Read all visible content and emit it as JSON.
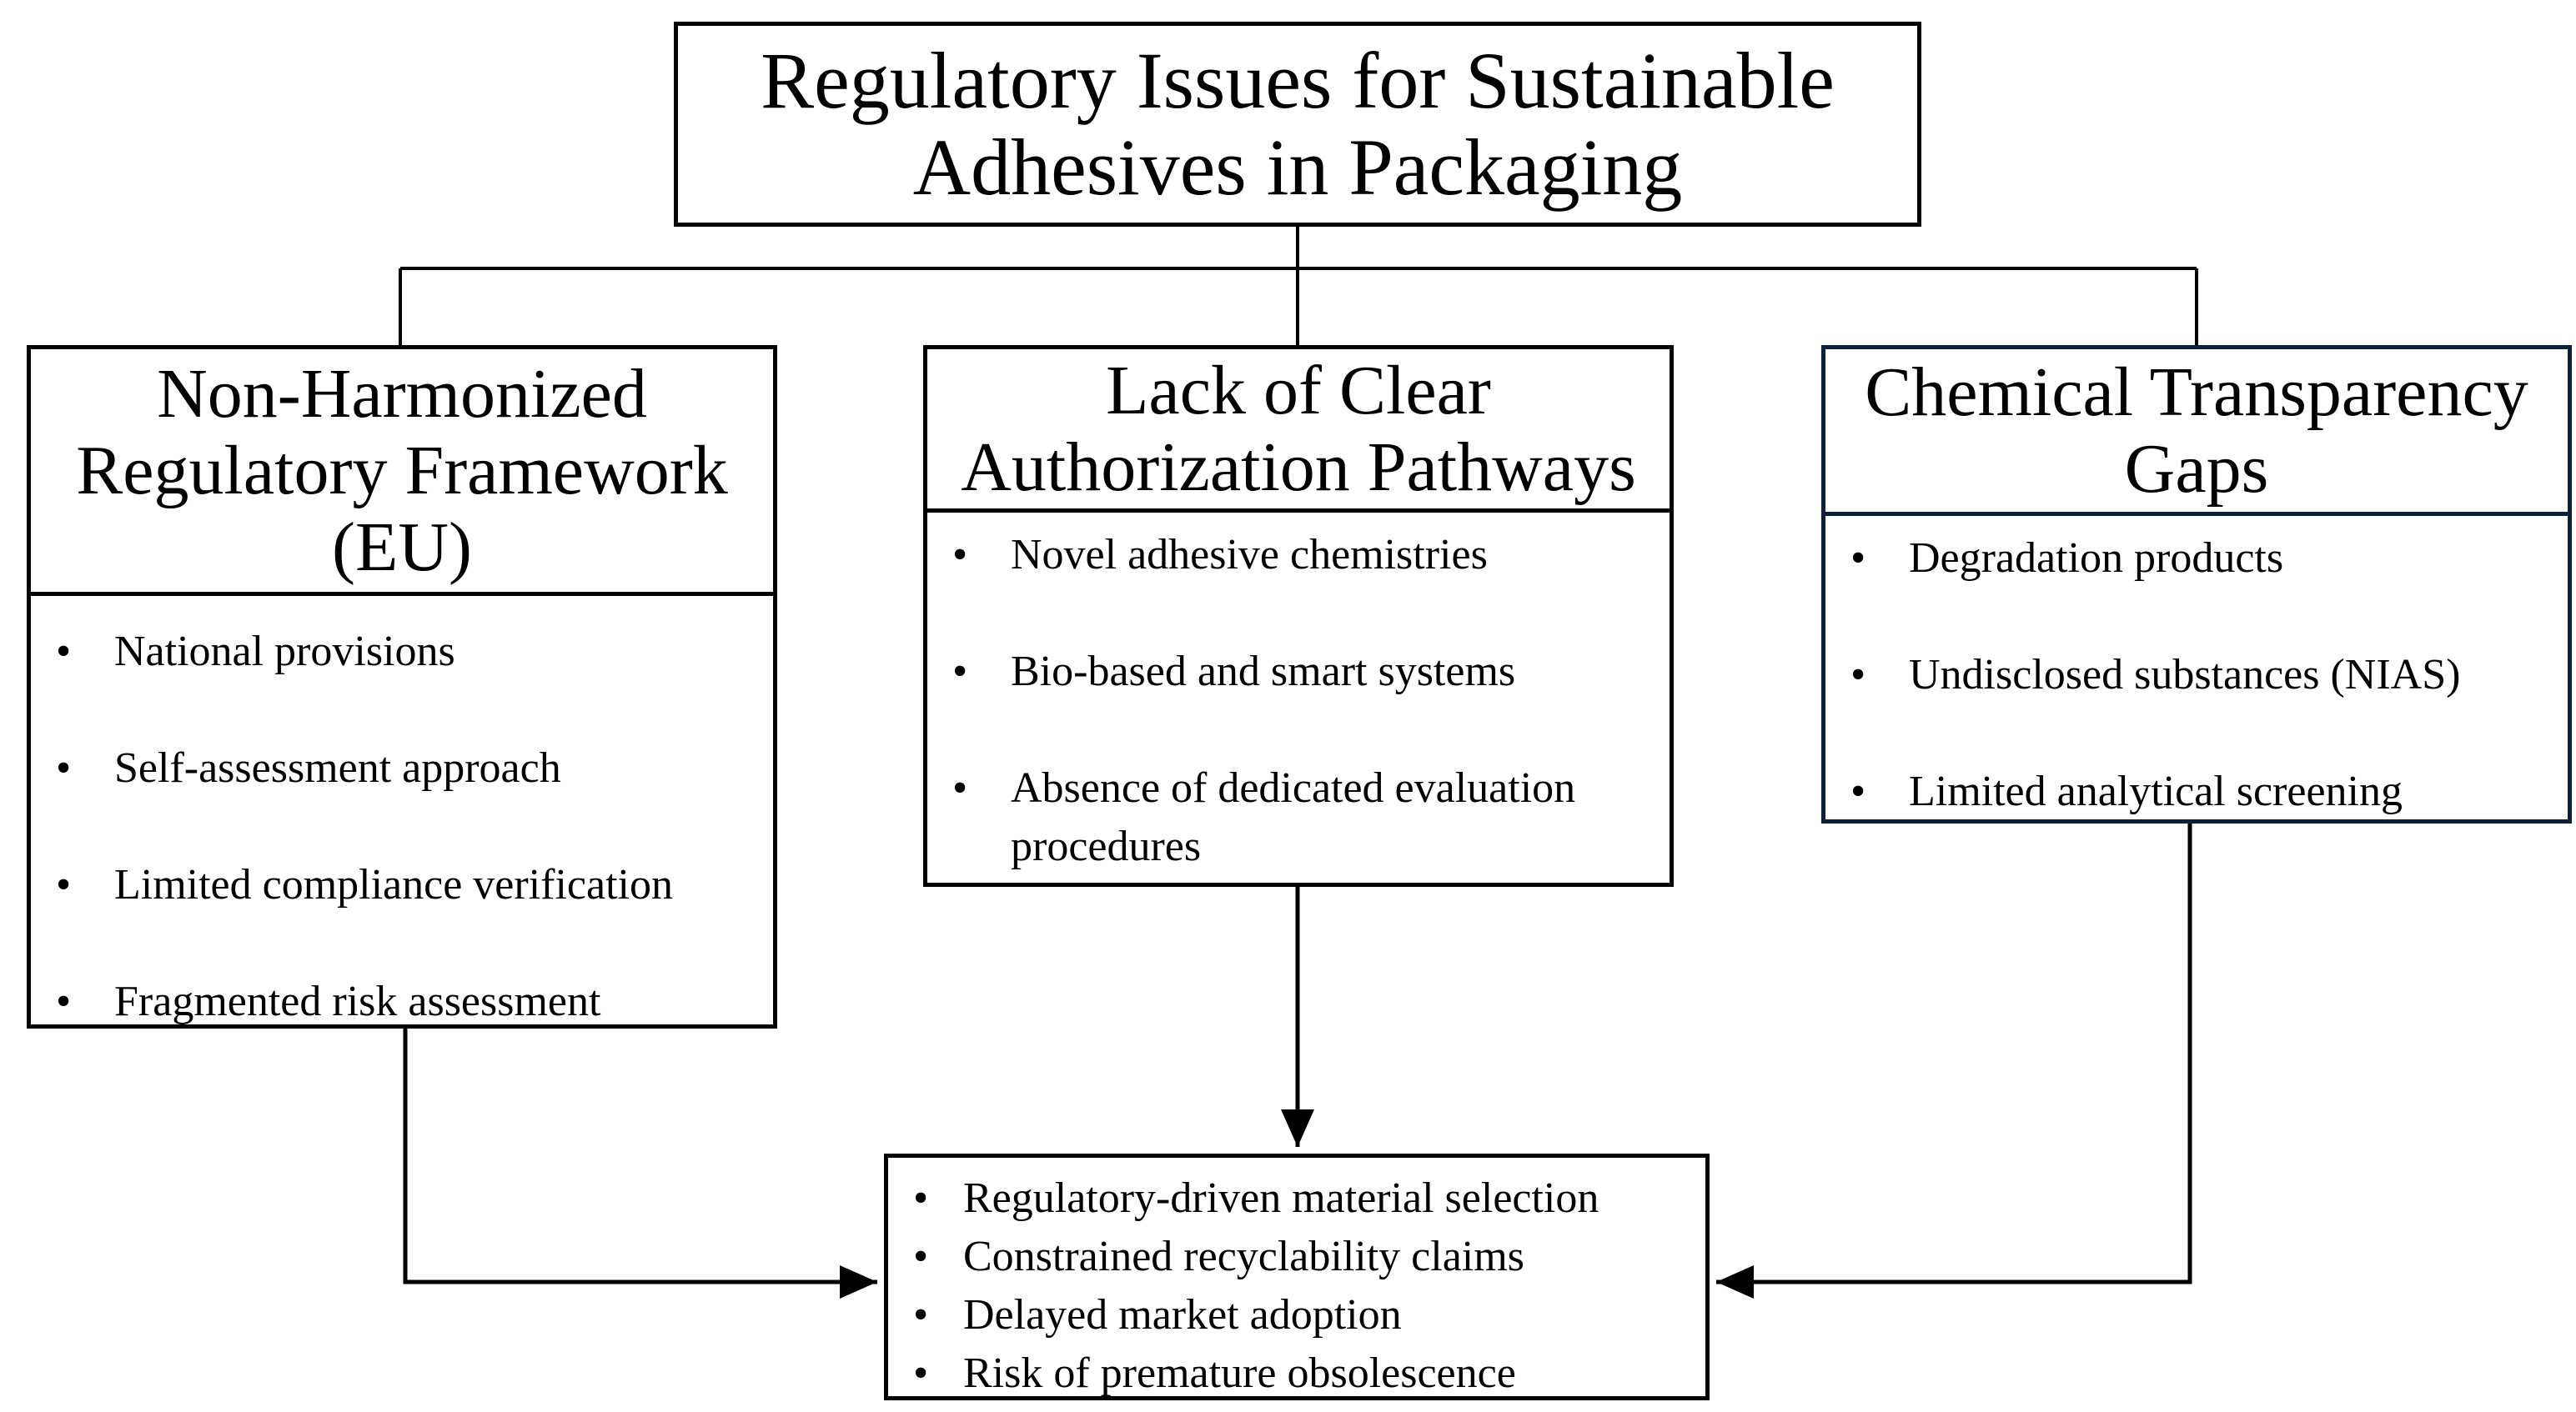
{
  "title": {
    "line1": "Regulatory Issues for Sustainable",
    "line2": "Adhesives in Packaging"
  },
  "bullet_glyph": "•",
  "columns": [
    {
      "heading_lines": [
        "Non-Harmonized",
        "Regulatory Framework",
        "(EU)"
      ],
      "items": [
        "National provisions",
        "Self-assessment approach",
        "Limited compliance verification",
        "Fragmented risk assessment"
      ]
    },
    {
      "heading_lines": [
        "Lack of Clear",
        "Authorization Pathways"
      ],
      "items": [
        "Novel adhesive chemistries",
        "Bio-based and smart systems",
        "Absence of dedicated evaluation procedures"
      ]
    },
    {
      "heading_lines": [
        "Chemical Transparency",
        "Gaps"
      ],
      "items": [
        "Degradation products",
        "Undisclosed substances (NIAS)",
        "Limited analytical screening"
      ]
    }
  ],
  "outcomes": [
    "Regulatory-driven material selection",
    "Constrained recyclability claims",
    "Delayed market adoption",
    "Risk of premature obsolescence"
  ],
  "colors": {
    "line": "#000000",
    "right_box_border": "#0e2137",
    "background": "#ffffff"
  }
}
